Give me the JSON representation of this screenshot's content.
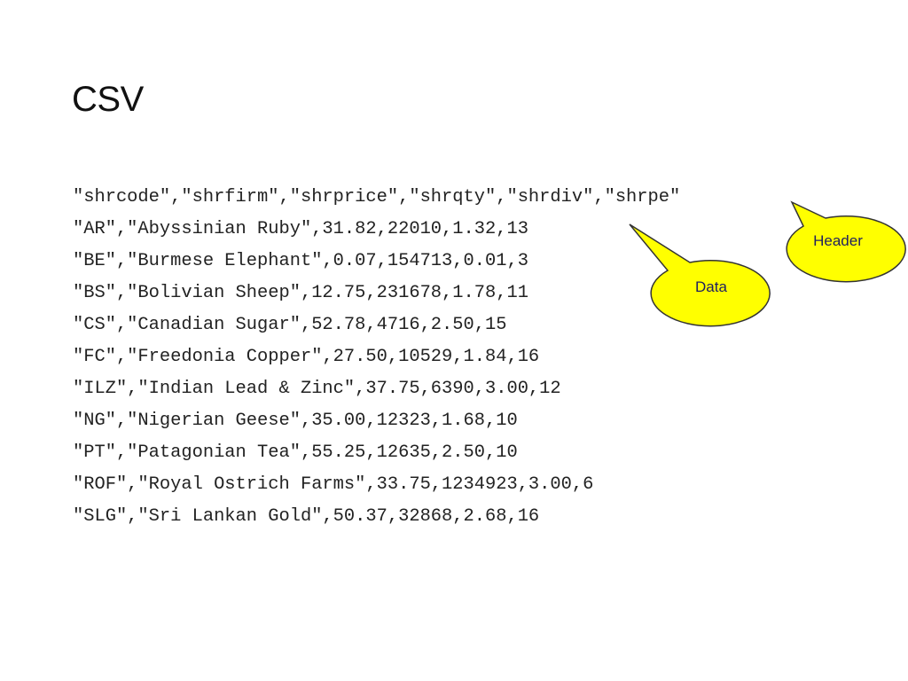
{
  "slide": {
    "title": "CSV"
  },
  "csv_lines": [
    "\"shrcode\",\"shrfirm\",\"shrprice\",\"shrqty\",\"shrdiv\",\"shrpe\"",
    "\"AR\",\"Abyssinian Ruby\",31.82,22010,1.32,13",
    "\"BE\",\"Burmese Elephant\",0.07,154713,0.01,3",
    "\"BS\",\"Bolivian Sheep\",12.75,231678,1.78,11",
    "\"CS\",\"Canadian Sugar\",52.78,4716,2.50,15",
    "\"FC\",\"Freedonia Copper\",27.50,10529,1.84,16",
    "\"ILZ\",\"Indian Lead & Zinc\",37.75,6390,3.00,12",
    "\"NG\",\"Nigerian Geese\",35.00,12323,1.68,10",
    "\"PT\",\"Patagonian Tea\",55.25,12635,2.50,10",
    "\"ROF\",\"Royal Ostrich Farms\",33.75,1234923,3.00,6",
    "\"SLG\",\"Sri Lankan Gold\",50.37,32868,2.68,16"
  ],
  "callouts": {
    "header": {
      "label": "Header",
      "fill": "#ffff00",
      "stroke": "#333333"
    },
    "data": {
      "label": "Data",
      "fill": "#ffff00",
      "stroke": "#333333"
    }
  }
}
